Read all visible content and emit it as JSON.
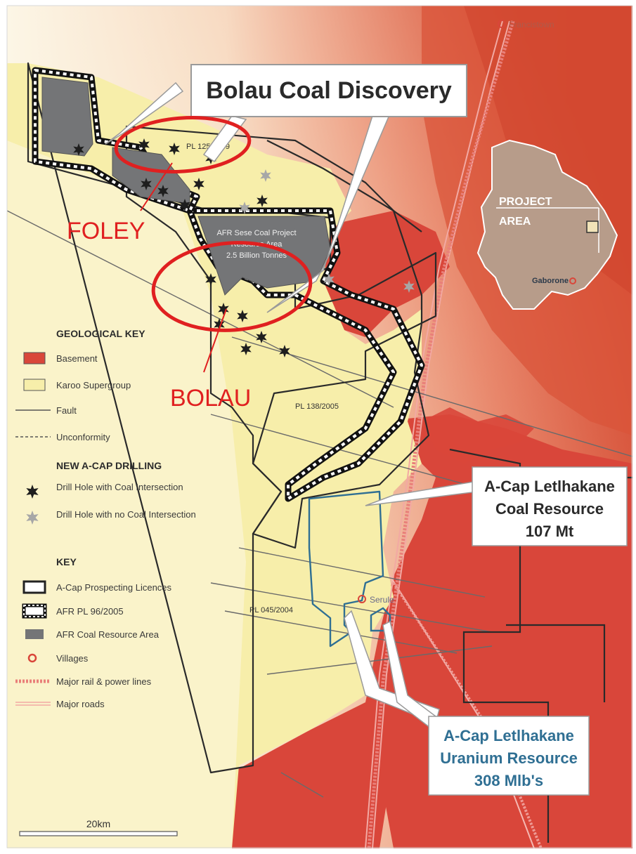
{
  "places": {
    "francistown": "Francistown",
    "serule": "Serule",
    "gaborone": "Gaborone"
  },
  "inset": {
    "label_line1": "PROJECT",
    "label_line2": "AREA"
  },
  "licences": {
    "pl125": "PL 125/2009",
    "pl138": "PL 138/2005",
    "pl045": "PL 045/2004"
  },
  "afr_area": {
    "line1": "AFR Sese Coal Project",
    "line2": "Resource Area",
    "line3": "2.5 Billion Tonnes"
  },
  "callouts": {
    "bolau_discovery": "Bolau Coal Discovery",
    "coal_resource": [
      "A-Cap Letlhakane",
      "Coal Resource",
      "107 Mt"
    ],
    "uranium_resource": [
      "A-Cap Letlhakane",
      "Uranium Resource",
      "308 Mlb's"
    ]
  },
  "annotations": {
    "foley": "FOLEY",
    "bolau": "BOLAU"
  },
  "legend": {
    "geological_title": "GEOLOGICAL KEY",
    "basement": "Basement",
    "karoo": "Karoo Supergroup",
    "fault": "Fault",
    "unconformity": "Unconformity",
    "drilling_title": "NEW A-CAP DRILLING",
    "drill_coal": "Drill Hole with Coal Intersection",
    "drill_nocoal": "Drill Hole with no Coal Intersection",
    "key_title": "KEY",
    "licences": "A-Cap Prospecting Licences",
    "afr_pl": "AFR PL 96/2005",
    "afr_area": "AFR Coal Resource Area",
    "villages": "Villages",
    "rail": "Major rail & power lines",
    "roads": "Major roads"
  },
  "scale": {
    "label": "20km"
  },
  "colors": {
    "basement": "#d9463a",
    "karoo": "#f7eeaa",
    "background": "#fbefd6",
    "annotation": "#e02020",
    "uranium_text": "#2f6f93"
  }
}
